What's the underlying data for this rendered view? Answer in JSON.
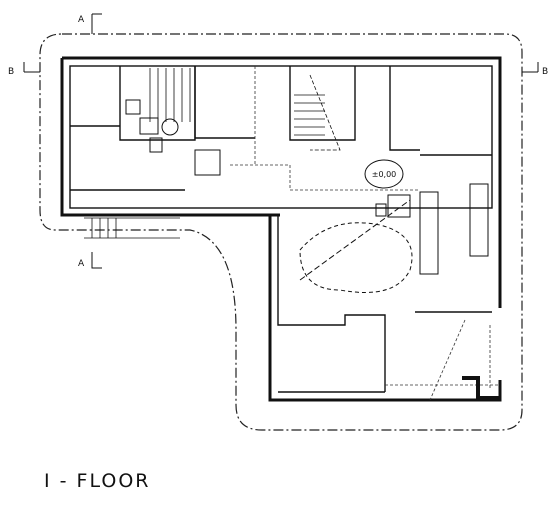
{
  "plan": {
    "title": "I - FLOOR",
    "level_mark": "±0,00",
    "section_a": "A",
    "section_b": "B"
  }
}
